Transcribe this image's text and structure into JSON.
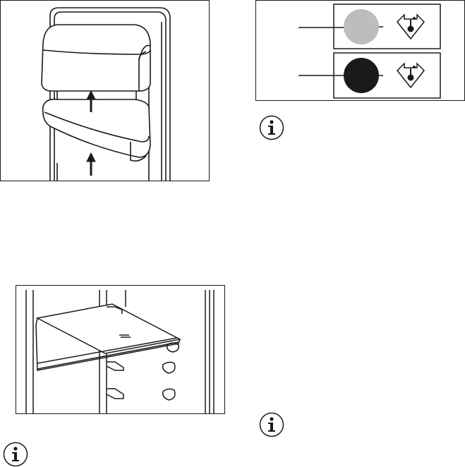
{
  "figures": [
    {
      "id": "door-shelves",
      "icon": "door-balcony-illustration"
    },
    {
      "id": "indicator",
      "icon": "indicator-panel-illustration",
      "indicator_colors": {
        "off": "#bdbdbd",
        "on": "#1a1a1a"
      }
    },
    {
      "id": "shelf",
      "icon": "glass-shelf-illustration"
    }
  ],
  "info_icons": [
    "info-icon",
    "info-icon",
    "info-icon"
  ]
}
